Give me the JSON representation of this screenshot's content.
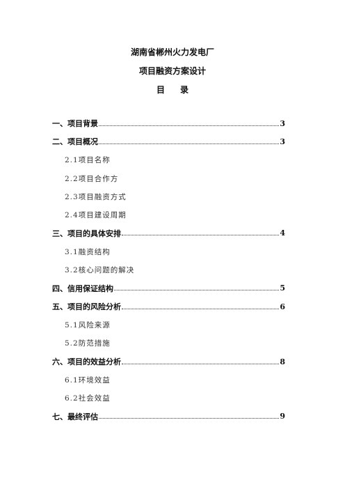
{
  "document": {
    "title": "湖南省郴州火力发电厂",
    "subtitle": "项目融资方案设计",
    "toc_heading_left": "目",
    "toc_heading_right": "录"
  },
  "toc": [
    {
      "type": "section",
      "label": "一、项目背景",
      "page": "3"
    },
    {
      "type": "section",
      "label": "二、项目概况",
      "page": "3"
    },
    {
      "type": "sub",
      "label": "2.1项目名称"
    },
    {
      "type": "sub",
      "label": "2.2项目合作方"
    },
    {
      "type": "sub",
      "label": "2.3项目融资方式"
    },
    {
      "type": "sub",
      "label": "2.4项目建设周期"
    },
    {
      "type": "section",
      "label": "三、项目的具体安排",
      "page": "4"
    },
    {
      "type": "sub",
      "label": "3.1融资结构"
    },
    {
      "type": "sub",
      "label": "3.2核心问题的解决"
    },
    {
      "type": "section",
      "label": "四、信用保证结构",
      "page": "5"
    },
    {
      "type": "section",
      "label": "五、项目的风险分析",
      "page": "6"
    },
    {
      "type": "sub",
      "label": "5.1风险来源"
    },
    {
      "type": "sub",
      "label": "5.2防范措施"
    },
    {
      "type": "section",
      "label": "六、项目的效益分析",
      "page": "8"
    },
    {
      "type": "sub",
      "label": "6.1环境效益"
    },
    {
      "type": "sub",
      "label": "6.2社会效益"
    },
    {
      "type": "section",
      "label": "七、最终评估",
      "page": "9"
    }
  ]
}
